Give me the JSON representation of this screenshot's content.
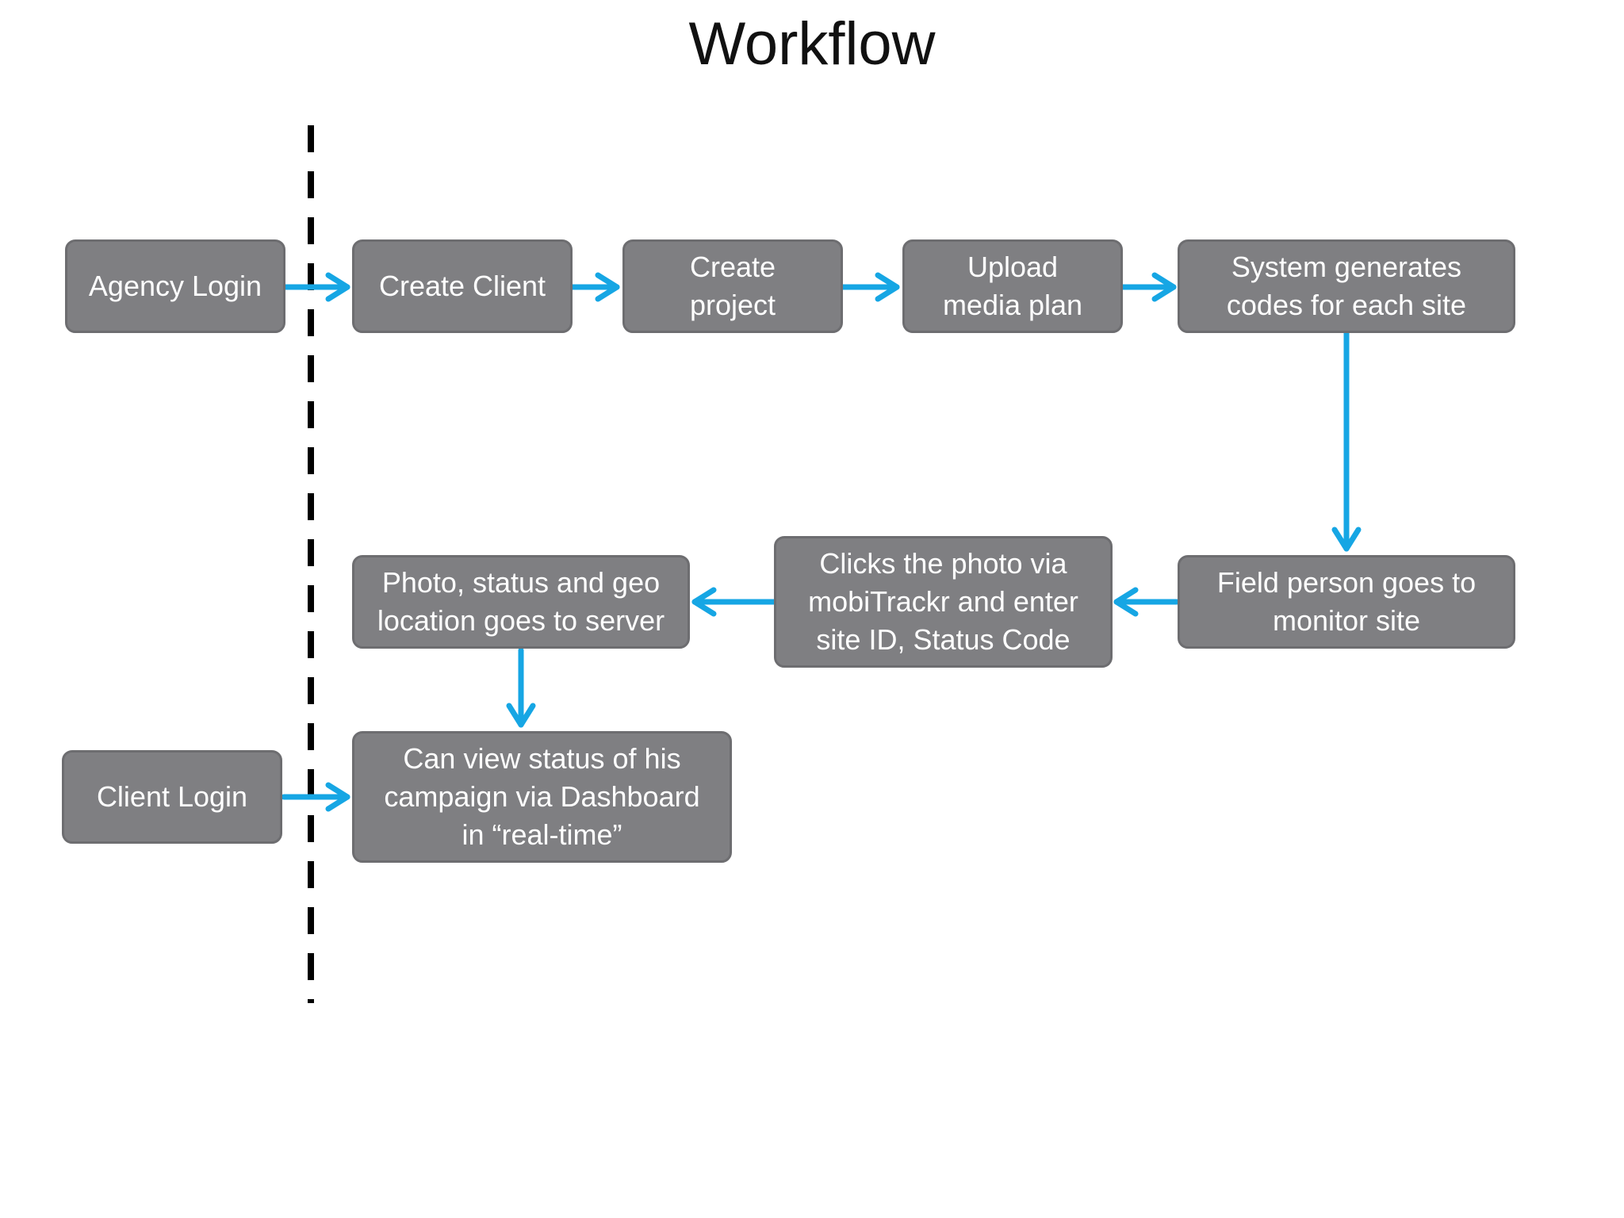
{
  "title": "Workflow",
  "boxes": {
    "agency_login": "Agency Login",
    "create_client": "Create Client",
    "create_project": "Create\nproject",
    "upload_media_plan": "Upload\nmedia plan",
    "system_generates": "System generates\ncodes for each site",
    "field_person": "Field person goes to\nmonitor site",
    "clicks_photo": "Clicks the photo via\nmobiTrackr and enter\nsite ID, Status Code",
    "photo_status": "Photo, status and geo\nlocation goes to server",
    "client_login": "Client Login",
    "can_view": "Can view status of his\ncampaign via Dashboard\nin “real-time”"
  },
  "colors": {
    "box_fill": "#7f7f82",
    "box_text": "#ffffff",
    "arrow": "#16a6e4",
    "divider": "#000000"
  }
}
